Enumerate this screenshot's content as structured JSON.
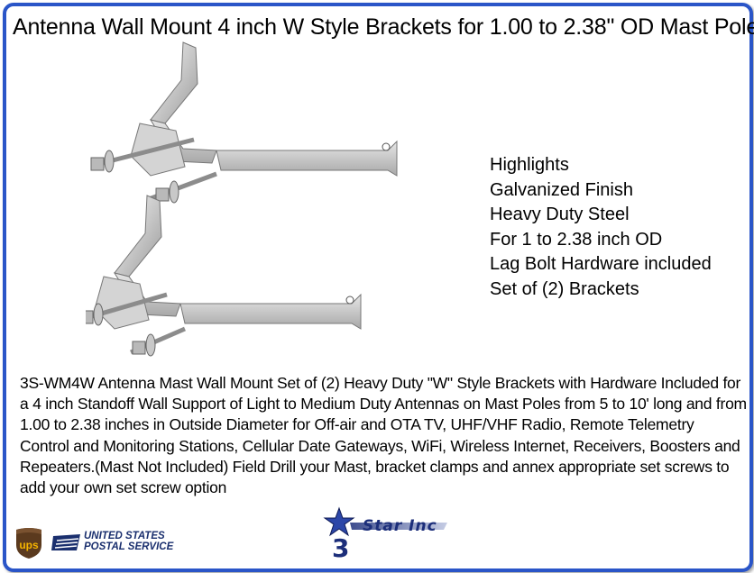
{
  "title": "Antenna Wall Mount 4 inch W Style Brackets for 1.00 to 2.38\" OD Mast Pole",
  "highlights": [
    "Highlights",
    "Galvanized Finish",
    "Heavy Duty Steel",
    "For 1 to 2.38 inch OD",
    "Lag Bolt Hardware included",
    "Set of (2) Brackets"
  ],
  "description": "3S-WM4W Antenna Mast Wall Mount Set of (2) Heavy Duty \"W\" Style Brackets with Hardware Included for a 4 inch Standoff Wall Support of Light to Medium Duty Antennas on Mast Poles from 5 to 10' long and from 1.00 to 2.38 inches in Outside Diameter for Off-air and OTA TV, UHF/VHF Radio, Remote Telemetry Control and Monitoring Stations, Cellular Date Gateways, WiFi, Wireless Internet, Receivers, Boosters and Repeaters.(Mast Not Included) Field Drill your Mast, bracket clamps and annex appropriate set screws to add your own set screw option",
  "shipping": {
    "ups_text": "ups",
    "usps_line1": "UNITED STATES",
    "usps_line2": "POSTAL SERVICE"
  },
  "brand": {
    "logo_text": "Star Inc",
    "logo_digit": "3"
  },
  "colors": {
    "frame": "#2a55c8",
    "ups_brown": "#5b3a1e",
    "ups_gold": "#f5b400",
    "usps_blue": "#1a2f6e",
    "brand_navy": "#1c2e7a"
  }
}
